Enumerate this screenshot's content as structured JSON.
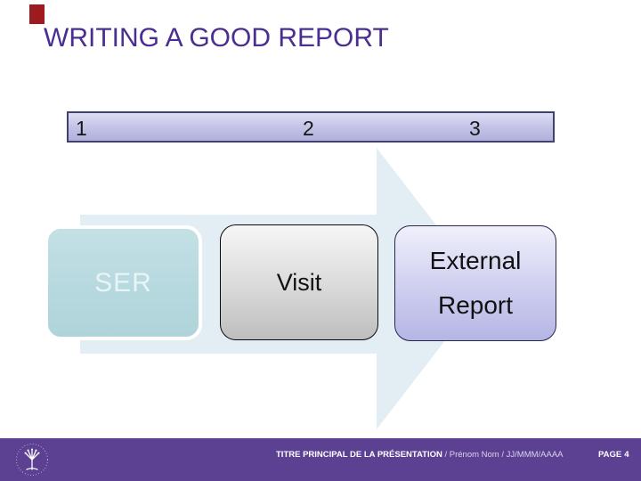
{
  "slide": {
    "accent_tab_color": "#9D1B1F",
    "title": "WRITING A GOOD REPORT",
    "title_color": "#4A2E90",
    "steps": [
      "1",
      "2",
      "3"
    ],
    "arrow_color": "#E3EDF4",
    "boxes": [
      {
        "label": "SER"
      },
      {
        "label": "Visit"
      },
      {
        "label": "External Report",
        "line1": "External",
        "line2": "Report"
      }
    ],
    "footer": {
      "bar_color": "#5C4193",
      "logo_icon": "tree-emblem",
      "title_bold": "TITRE PRINCIPAL DE LA PRÉSENTATION",
      "meta": " / Prénom Nom / JJ/MMM/AAAA",
      "page_label": "PAGE",
      "page_number": "4"
    }
  }
}
